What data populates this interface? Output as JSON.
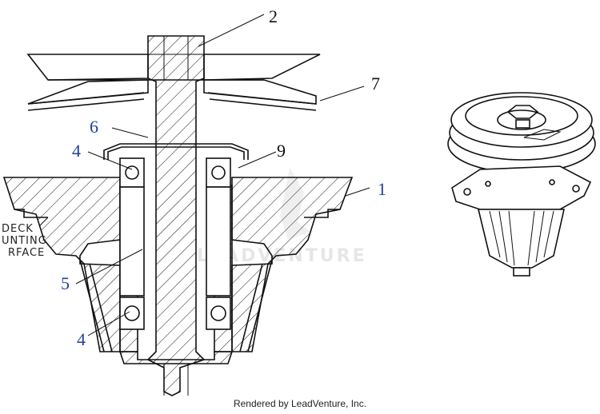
{
  "callouts": {
    "c1": "1",
    "c2": "2",
    "c4a": "4",
    "c4b": "4",
    "c5": "5",
    "c6": "6",
    "c7": "7",
    "c9": "9"
  },
  "mount_label": {
    "line1": "DECK",
    "line2": "UNTING",
    "line3": "RFACE"
  },
  "watermark": "LEADVENTURE",
  "footer": "Rendered by LeadVenture, Inc.",
  "colors": {
    "callout_blue": "#1f3fa0",
    "line": "#111111"
  }
}
